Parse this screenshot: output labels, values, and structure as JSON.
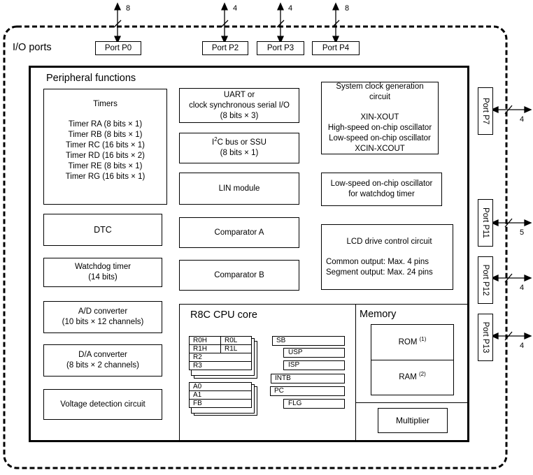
{
  "io_ports_label": "I/O ports",
  "peripheral_title": "Peripheral functions",
  "top_ports": [
    {
      "label": "Port P0",
      "pins": "8"
    },
    {
      "label": "Port P2",
      "pins": "4"
    },
    {
      "label": "Port P3",
      "pins": "4"
    },
    {
      "label": "Port P4",
      "pins": "8"
    }
  ],
  "right_ports": [
    {
      "label": "Port P7",
      "pins": "4"
    },
    {
      "label": "Port P11",
      "pins": "5"
    },
    {
      "label": "Port P12",
      "pins": "4"
    },
    {
      "label": "Port P13",
      "pins": "4"
    }
  ],
  "timers": {
    "title": "Timers",
    "items": [
      "Timer RA (8 bits × 1)",
      "Timer RB (8 bits × 1)",
      "Timer RC (16 bits × 1)",
      "Timer RD (16 bits × 2)",
      "Timer RE (8 bits × 1)",
      "Timer RG (16 bits × 1)"
    ]
  },
  "dtc": "DTC",
  "watchdog": {
    "line1": "Watchdog timer",
    "line2": "(14 bits)"
  },
  "adc": {
    "line1": "A/D converter",
    "line2": "(10 bits × 12 channels)"
  },
  "dac": {
    "line1": "D/A converter",
    "line2": "(8 bits × 2 channels)"
  },
  "voltage_detection": "Voltage detection circuit",
  "uart": {
    "line1": "UART or",
    "line2": "clock synchronous serial I/O",
    "line3": "(8 bits × 3)"
  },
  "i2c": {
    "prefix": "I",
    "sup": "2",
    "rest": "C bus or SSU",
    "line2": "(8 bits × 1)"
  },
  "lin": "LIN module",
  "comparator_a": "Comparator A",
  "comparator_b": "Comparator B",
  "sysclock": {
    "line1": "System clock generation",
    "line2": "circuit",
    "items": [
      "XIN-XOUT",
      "High-speed on-chip oscillator",
      "Low-speed on-chip oscillator",
      "XCIN-XCOUT"
    ]
  },
  "lowspeed_osc": {
    "line1": "Low-speed on-chip oscillator",
    "line2": "for watchdog timer"
  },
  "lcd": {
    "title": "LCD drive control circuit",
    "line1": "Common output: Max. 4 pins",
    "line2": "Segment output: Max. 24 pins"
  },
  "cpu": {
    "title": "R8C CPU core",
    "regs": {
      "r0h": "R0H",
      "r0l": "R0L",
      "r1h": "R1H",
      "r1l": "R1L",
      "r2": "R2",
      "r3": "R3",
      "a0": "A0",
      "a1": "A1",
      "fb": "FB"
    },
    "special": {
      "sb": "SB",
      "usp": "USP",
      "isp": "ISP",
      "intb": "INTB",
      "pc": "PC",
      "flg": "FLG"
    }
  },
  "memory": {
    "title": "Memory",
    "rom": "ROM",
    "rom_note": "(1)",
    "ram": "RAM",
    "ram_note": "(2)"
  },
  "multiplier": "Multiplier"
}
